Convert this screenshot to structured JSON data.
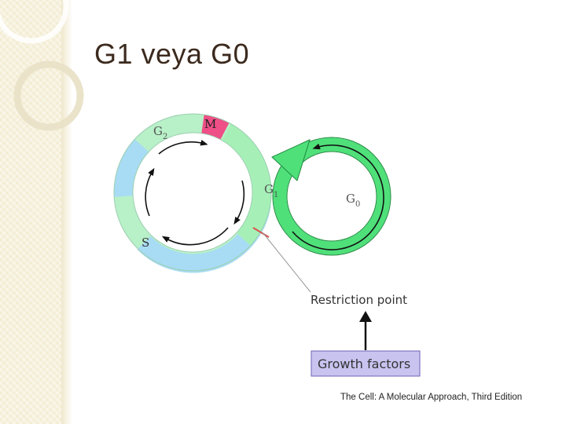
{
  "slide": {
    "title": "G1 veya G0",
    "credit": "The Cell: A Molecular Approach, Third Edition"
  },
  "diagram": {
    "phases": {
      "m": "M",
      "g2": "G",
      "g2_sub": "2",
      "s": "S",
      "g1": "G",
      "g1_sub": "1",
      "g0": "G",
      "g0_sub": "0"
    },
    "restriction_point_label": "Restriction point",
    "growth_factors_label": "Growth factors"
  },
  "colors": {
    "g1": "#a6f0b8",
    "g2": "#b8f0c8",
    "s": "#a8dcf4",
    "m": "#ee4f86",
    "g0": "#4fe07a",
    "restriction": "#d9534f",
    "growth_box": "#c9c3f0",
    "title": "#3c2a1e",
    "strip": "#f3ecd2"
  }
}
